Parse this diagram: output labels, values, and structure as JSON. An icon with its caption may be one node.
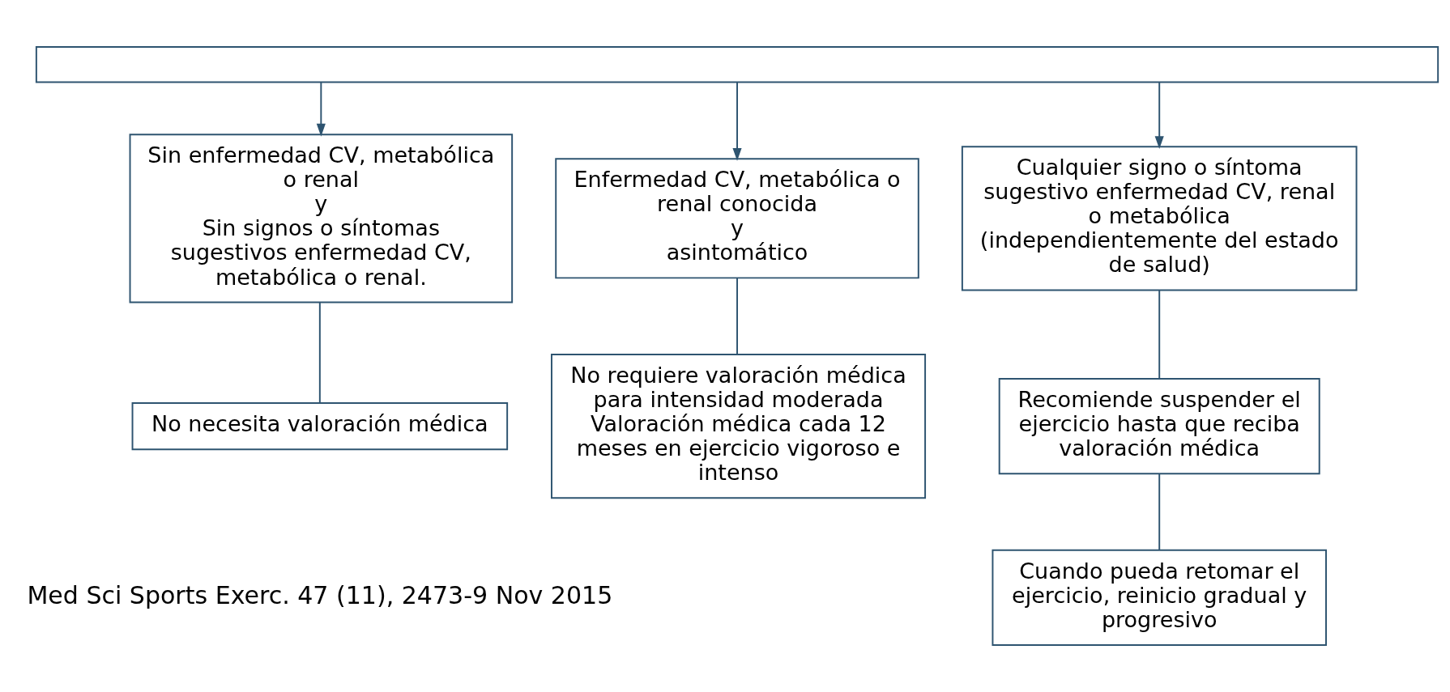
{
  "diagram": {
    "nodes": [
      {
        "text": [],
        "shape": "box"
      },
      {
        "text": [
          "Sin enfermedad CV, metabólica o renal",
          "y",
          "Sin signos o síntomas sugestivos enfermedad CV, metabólica o renal."
        ]
      },
      {
        "text": [
          "Enfermedad CV, metabólica o renal conocida",
          "y",
          "asintomático"
        ]
      },
      {
        "text": [
          "Cualquier signo o síntoma sugestivo enfermedad CV, renal o metabólica (independientemente del estado de salud)"
        ]
      },
      {
        "text": [
          "No necesita valoración médica"
        ]
      },
      {
        "text": [
          "No requiere valoración médica para intensidad moderada",
          "Valoración médica cada 12 meses en ejercicio vigoroso e intenso"
        ]
      },
      {
        "text": [
          "Recomiende suspender el ejercicio hasta que reciba valoración médica"
        ]
      },
      {
        "text": [
          "Cuando pueda retomar el ejercicio, reinicio gradual y progresivo"
        ]
      }
    ],
    "edges": [
      {
        "from": 0,
        "to": 1,
        "arrow": "to"
      },
      {
        "from": 0,
        "to": 2,
        "arrow": "to"
      },
      {
        "from": 0,
        "to": 3,
        "arrow": "to"
      },
      {
        "from": 1,
        "to": 4,
        "arrow": "none"
      },
      {
        "from": 2,
        "to": 5,
        "arrow": "none"
      },
      {
        "from": 3,
        "to": 6,
        "arrow": "none"
      },
      {
        "from": 6,
        "to": 7,
        "arrow": "none"
      }
    ],
    "labels": [
      "Med Sci Sports Exerc. 47 (11), 2473-9 Nov 2015"
    ]
  }
}
